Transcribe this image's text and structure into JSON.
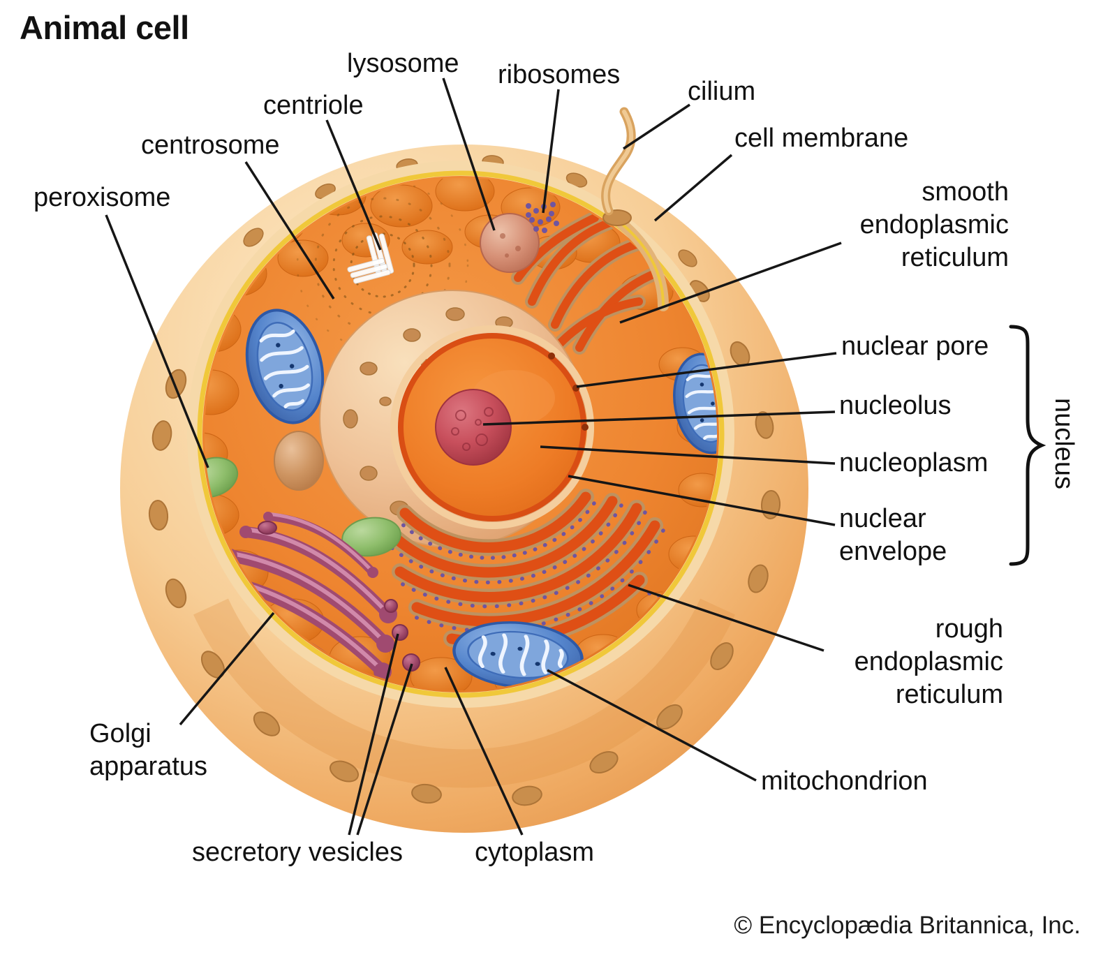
{
  "title": "Animal cell",
  "credit": "© Encyclopædia Britannica, Inc.",
  "labels": {
    "lysosome": "lysosome",
    "ribosomes": "ribosomes",
    "cilium": "cilium",
    "cell_membrane": "cell membrane",
    "centriole": "centriole",
    "centrosome": "centrosome",
    "peroxisome": "peroxisome",
    "smooth_er": "smooth\nendoplasmic\nreticulum",
    "nuclear_pore": "nuclear pore",
    "nucleolus": "nucleolus",
    "nucleoplasm": "nucleoplasm",
    "nuclear_envelope": "nuclear\nenvelope",
    "nucleus": "nucleus",
    "rough_er": "rough\nendoplasmic\nreticulum",
    "mitochondrion": "mitochondrion",
    "golgi_apparatus": "Golgi\napparatus",
    "secretory_vesicles": "secretory vesicles",
    "cytoplasm": "cytoplasm"
  },
  "colors": {
    "cell_surface": "#F5CD97",
    "cell_surface_edge": "#EDA257",
    "cytoplasm": "#EE8630",
    "membrane_line": "#F0C83A",
    "cut_face": "#F6D9A9",
    "nucleus_surface": "#EFC094",
    "nucleoplasm": "#EE7C26",
    "nucleolus": "#C84F5C",
    "nuclear_envelope": "#D94E14",
    "mitochondrion": "#5585CC",
    "endoplasmic_reticulum": "#DF4F15",
    "golgi_apparatus": "#A04A70",
    "peroxisome": "#8FBE6C",
    "lysosome": "#D69076",
    "ribosomes": "#6F55A0",
    "label_text": "#111111",
    "leader_line": "#161616"
  }
}
